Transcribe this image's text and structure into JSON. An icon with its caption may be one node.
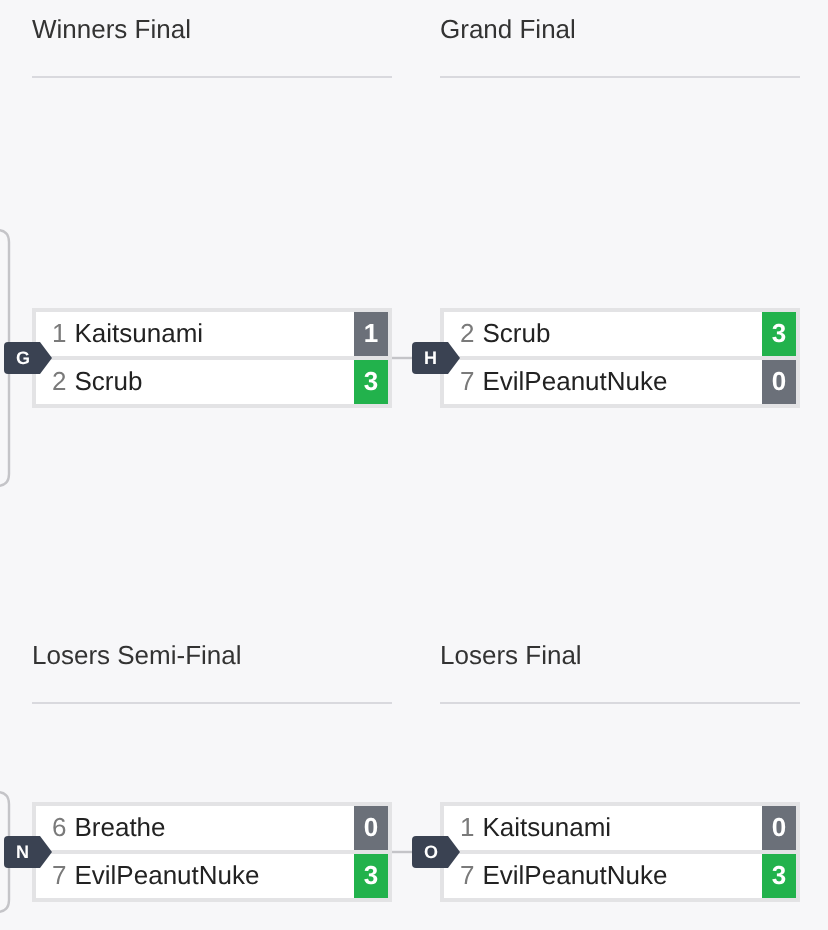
{
  "diagram": {
    "nodes": [
      {
        "text": [],
        "shape": "box",
        "beside": [
          "G"
        ]
      },
      {
        "text": [
          "1",
          "Kaitsunami",
          "1"
        ],
        "in": 0
      },
      {
        "text": [
          "2",
          "Scrub",
          "3"
        ],
        "in": 0
      },
      {
        "text": [],
        "shape": "box",
        "beside": [
          "H"
        ]
      },
      {
        "text": [
          "2",
          "Scrub",
          "3"
        ],
        "in": 3
      },
      {
        "text": [
          "7",
          "EvilPeanutNuke",
          "0"
        ],
        "in": 3
      },
      {
        "text": [],
        "shape": "box",
        "beside": [
          "N"
        ]
      },
      {
        "text": [
          "6",
          "Breathe",
          "0"
        ],
        "in": 6
      },
      {
        "text": [
          "7",
          "EvilPeanutNuke",
          "3"
        ],
        "in": 6
      },
      {
        "text": [],
        "shape": "box",
        "beside": [
          "O"
        ]
      },
      {
        "text": [
          "1",
          "Kaitsunami",
          "0"
        ],
        "in": 9
      },
      {
        "text": [
          "7",
          "EvilPeanutNuke",
          "3"
        ],
        "in": 9
      }
    ],
    "edges": [
      {
        "from": null,
        "to": 0,
        "arrow": "none"
      },
      {
        "from": null,
        "to": 0,
        "arrow": "none"
      },
      {
        "from": 0,
        "to": 3,
        "arrow": "none"
      },
      {
        "from": null,
        "to": 6,
        "arrow": "none"
      },
      {
        "from": null,
        "to": 6,
        "arrow": "none"
      },
      {
        "from": 6,
        "to": 9,
        "arrow": "none"
      }
    ],
    "labels": [
      "Winners Final",
      "Grand Final",
      "Losers Semi-Final",
      "Losers Final"
    ]
  }
}
